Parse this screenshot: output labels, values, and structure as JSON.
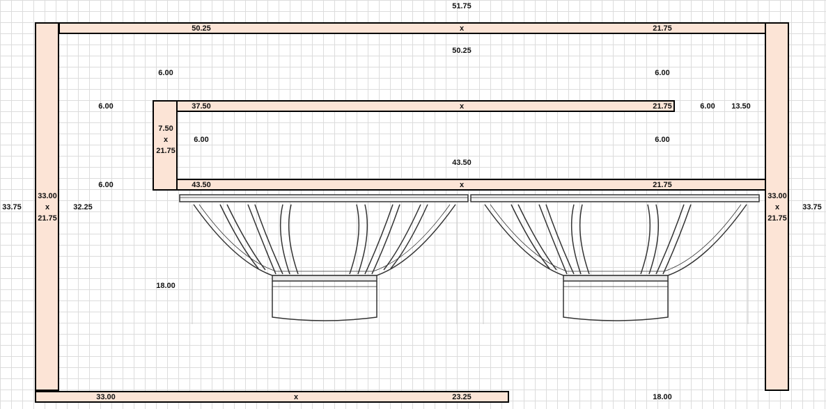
{
  "overall_width": "51.75",
  "top_board": {
    "length": "50.25",
    "sep": "x",
    "width": "21.75"
  },
  "inner_span_upper": "50.25",
  "gap_left_upper": "6.00",
  "gap_right_upper": "6.00",
  "left_gap_a": "6.00",
  "left_gap_b": "6.00",
  "shelf_upper": {
    "length": "37.50",
    "sep": "x",
    "width": "21.75"
  },
  "shelf_right_gap": "6.00",
  "shelf_right_extra": "13.50",
  "divider": {
    "length": "7.50",
    "sep": "x",
    "width": "21.75"
  },
  "shelf_gap_left": "6.00",
  "shelf_gap_right": "6.00",
  "inner_span_lower": "43.50",
  "shelf_lower": {
    "length": "43.50",
    "sep": "x",
    "width": "21.75"
  },
  "left_side": {
    "length": "33.00",
    "sep": "x",
    "width": "21.75"
  },
  "right_side": {
    "length": "33.00",
    "sep": "x",
    "width": "21.75"
  },
  "outer_height_left": "33.75",
  "outer_height_right": "33.75",
  "inner_height_left": "32.25",
  "speaker_height": "18.00",
  "bottom_board": {
    "length": "33.00",
    "sep": "x",
    "width": "23.25"
  },
  "bottom_right_dim": "18.00",
  "colors": {
    "board_fill": "#fce4d6",
    "outline": "#000000",
    "grid": "#dcdcdc"
  }
}
